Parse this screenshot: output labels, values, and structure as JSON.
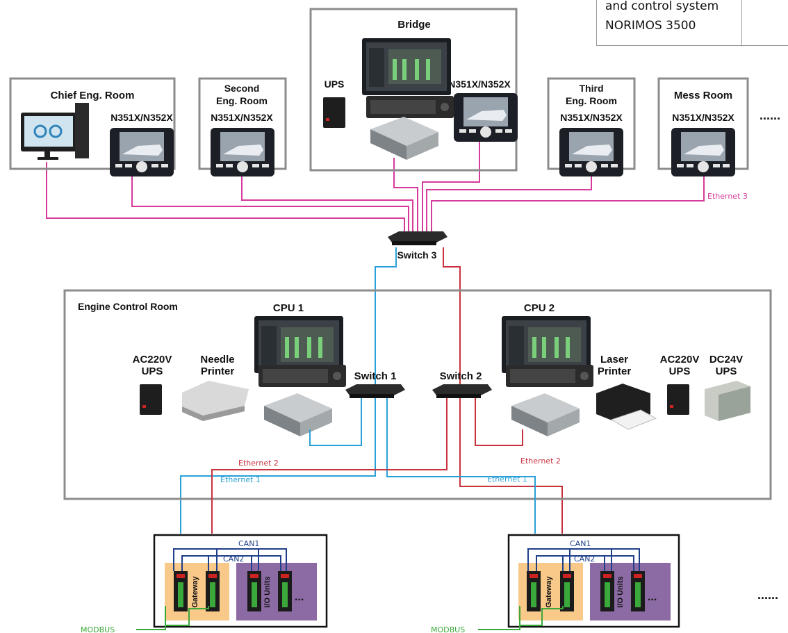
{
  "title": {
    "line1": "and control system",
    "line2": "NORIMOS 3500"
  },
  "colors": {
    "ethernet1": "#2aa0d8",
    "ethernet2": "#c8323c",
    "ethernet3": "#d63a9a",
    "can": "#1f3f8a",
    "modbus": "#3aa83a",
    "gateway_bg": "#f9c98a",
    "io_bg": "#8c6aa3",
    "room_border": "#8c8c8c"
  },
  "rooms": {
    "chief": {
      "title": "Chief Eng. Room",
      "device": "N351X/N352X"
    },
    "second": {
      "title_1": "Second",
      "title_2": "Eng. Room",
      "device": "N351X/N352X"
    },
    "bridge": {
      "title": "Bridge",
      "ups": "UPS",
      "device": "N351X/N352X"
    },
    "third": {
      "title_1": "Third",
      "title_2": "Eng. Room",
      "device": "N351X/N352X"
    },
    "mess": {
      "title": "Mess Room",
      "device": "N351X/N352X"
    },
    "more_top": "......"
  },
  "switches": {
    "switch3": "Switch 3",
    "switch1": "Switch 1",
    "switch2": "Switch 2"
  },
  "engine_room": {
    "title": "Engine Control Room",
    "cpu1": "CPU 1",
    "cpu2": "CPU 2",
    "ac_ups_left_1": "AC220V",
    "ac_ups_left_2": "UPS",
    "needle_1": "Needle",
    "needle_2": "Printer",
    "laser_1": "Laser",
    "laser_2": "Printer",
    "ac_ups_right_1": "AC220V",
    "ac_ups_right_2": "UPS",
    "dc_ups_1": "DC24V",
    "dc_ups_2": "UPS"
  },
  "network_labels": {
    "ethernet3": "Ethernet 3",
    "ethernet2_left": "Ethernet 2",
    "ethernet1_left": "Ethernet 1",
    "ethernet2_right": "Ethernet 2",
    "ethernet1_right": "Ethernet 1"
  },
  "cabinets": {
    "left": {
      "can1": "CAN1",
      "can2": "CAN2",
      "gateway": "Gateway",
      "io": "I/O Units",
      "more": "...",
      "modbus": "MODBUS"
    },
    "right": {
      "can1": "CAN1",
      "can2": "CAN2",
      "gateway": "Gateway",
      "io": "I/O Units",
      "more": "...",
      "modbus": "MODBUS"
    },
    "more_bottom": "......"
  }
}
